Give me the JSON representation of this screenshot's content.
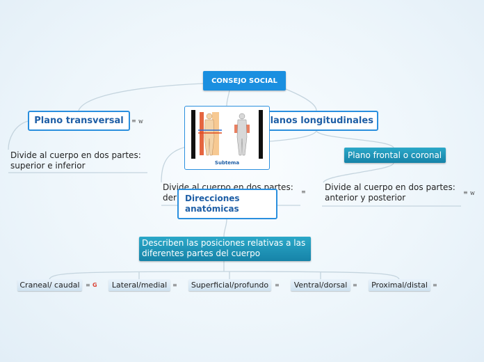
{
  "root": {
    "label": "CONSEJO SOCIAL"
  },
  "topics": {
    "plano_transversal": "Plano transversal",
    "planos_longitudinales": "Planos longitudinales",
    "direcciones": "Direcciones anatómicas"
  },
  "subtopic_image": {
    "caption": "Subtema"
  },
  "texts": {
    "transversal_desc_l1": "Divide al cuerpo en dos partes:",
    "transversal_desc_l2": "superior e inferior",
    "sagital_desc_l1": "Divide al cuerpo en dos partes:",
    "sagital_desc_l2": "der",
    "frontal_desc_l1": "Divide al cuerpo en dos partes:",
    "frontal_desc_l2": "anterior y posterior"
  },
  "plano_frontal": "Plano frontal o coronal",
  "describen": "Describen las posiciones relativas a las diferentes partes del cuerpo",
  "directions": [
    {
      "label": "Craneal/ caudal"
    },
    {
      "label": "Lateral/medial"
    },
    {
      "label": "Superficial/profundo"
    },
    {
      "label": "Ventral/dorsal"
    },
    {
      "label": "Proximal/distal"
    }
  ],
  "markers": {
    "note": "≡",
    "wiki": "w",
    "google": "G"
  },
  "colors": {
    "root": "#1a8fe0",
    "topic_border": "#2a8fde",
    "teal": "#1683a8"
  }
}
